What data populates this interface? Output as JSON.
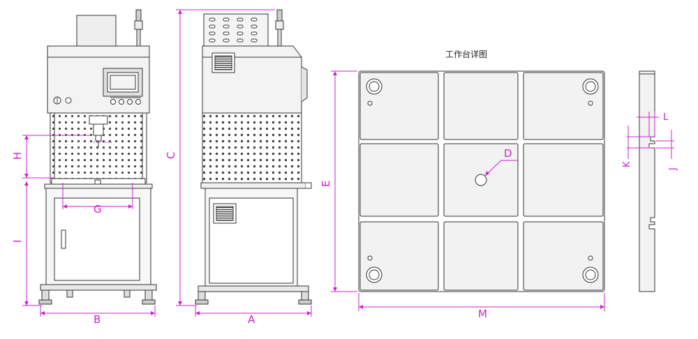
{
  "title": "工作台详图",
  "dimension_labels": {
    "A": "A",
    "B": "B",
    "C": "C",
    "D": "D",
    "E": "E",
    "G": "G",
    "H": "H",
    "I": "I",
    "J": "J",
    "K": "K",
    "L": "L",
    "M": "M"
  },
  "colors": {
    "dimension": "#cc22cc",
    "line": "#333333",
    "fill_panel": "#e6e6e6",
    "fill_light": "#f2f2f2"
  }
}
